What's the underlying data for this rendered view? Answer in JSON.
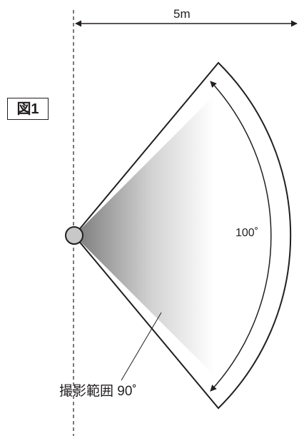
{
  "figure_label": "図1",
  "distance_label": "5m",
  "detection_angle_label": "100˚",
  "camera_range_label": "撮影範囲 90˚",
  "colors": {
    "line": "#231f20",
    "sensor_fill": "#c8c8c8",
    "shade_dark": "#7a7a7a",
    "shade_light": "#ffffff"
  }
}
